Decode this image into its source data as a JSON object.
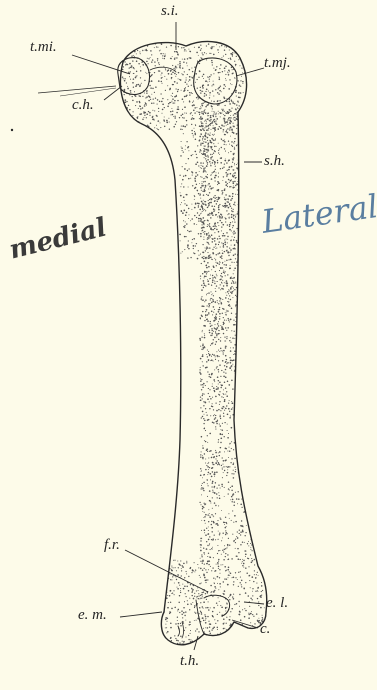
{
  "labels": {
    "si": "s.i.",
    "tmi": "t.mi.",
    "tmj": "t.mj.",
    "ch": "c.h.",
    "sh": "s.h.",
    "fr": "f.r.",
    "el": "e. l.",
    "em": "e. m.",
    "c": "c.",
    "th": "t.h."
  },
  "handwritten": {
    "medial": "medial",
    "lateral": "Lateral"
  },
  "colors": {
    "background": "#fdfbe9",
    "ink": "#2a2a2a",
    "stipple": "#555555",
    "medial_pencil": "#3a3a3a",
    "lateral_pencil": "#5a7ea0"
  }
}
